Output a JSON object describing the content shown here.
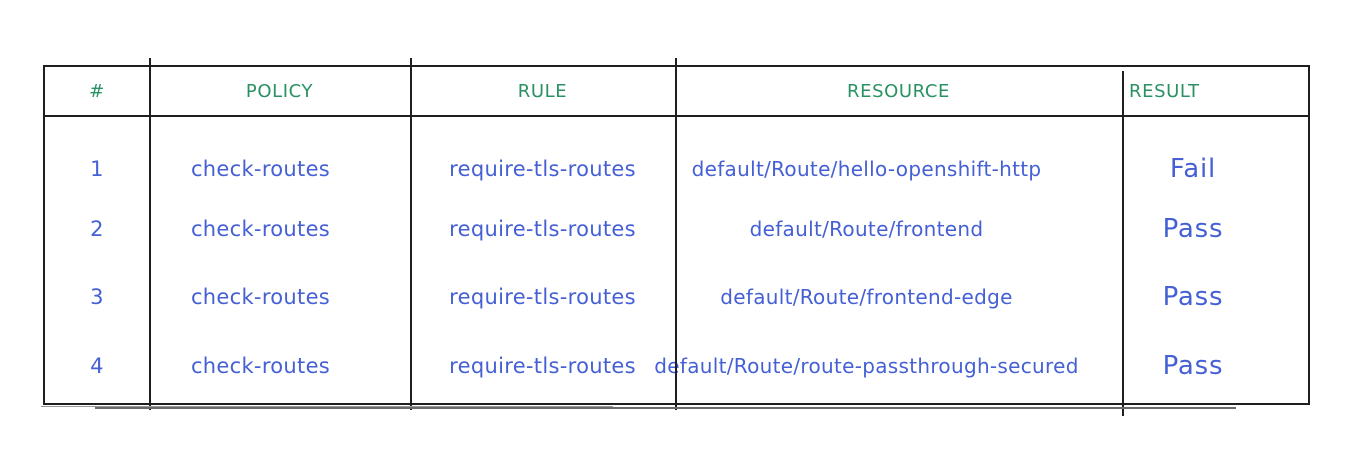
{
  "table": {
    "headers": [
      "#",
      "POLICY",
      "RULE",
      "RESOURCE",
      "RESULT"
    ],
    "rows": [
      {
        "num": "1",
        "policy": "check-routes",
        "rule": "require-tls-routes",
        "resource": "default/Route/hello-openshift-http",
        "result": "Fail"
      },
      {
        "num": "2",
        "policy": "check-routes",
        "rule": "require-tls-routes",
        "resource": "default/Route/frontend",
        "result": "Pass"
      },
      {
        "num": "3",
        "policy": "check-routes",
        "rule": "require-tls-routes",
        "resource": "default/Route/frontend-edge",
        "result": "Pass"
      },
      {
        "num": "4",
        "policy": "check-routes",
        "rule": "require-tls-routes",
        "resource": "default/Route/route-passthrough-secured",
        "result": "Pass"
      }
    ],
    "colors": {
      "header_text": "#2a9162",
      "body_text": "#4560d4",
      "border": "#1e1e1e",
      "background": "#ffffff"
    }
  }
}
